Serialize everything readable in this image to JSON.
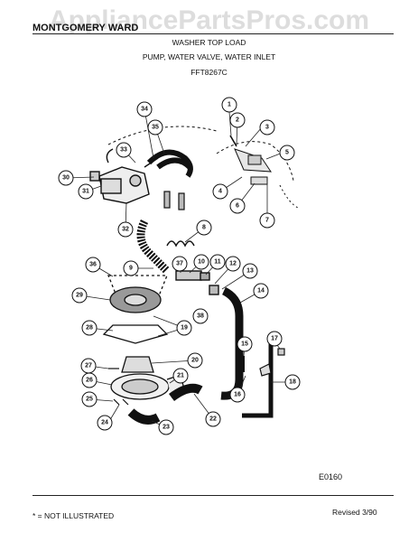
{
  "watermark": "AppliancePartsPros.com",
  "header": {
    "brand": "MONTGOMERY WARD",
    "title": "WASHER TOP LOAD",
    "subtitle": "PUMP, WATER VALVE, WATER INLET",
    "model": "FFT8267C"
  },
  "diagram_code": "E0160",
  "footer": {
    "note": "* = NOT ILLUSTRATED",
    "revision": "Revised 3/90"
  },
  "callouts": [
    "1",
    "2",
    "3",
    "4",
    "5",
    "6",
    "7",
    "8",
    "9",
    "10",
    "11",
    "12",
    "13",
    "14",
    "15",
    "16",
    "17",
    "18",
    "19",
    "20",
    "21",
    "22",
    "23",
    "24",
    "25",
    "26",
    "27",
    "28",
    "29",
    "30",
    "31",
    "32",
    "33",
    "34",
    "35",
    "36",
    "37",
    "38"
  ]
}
